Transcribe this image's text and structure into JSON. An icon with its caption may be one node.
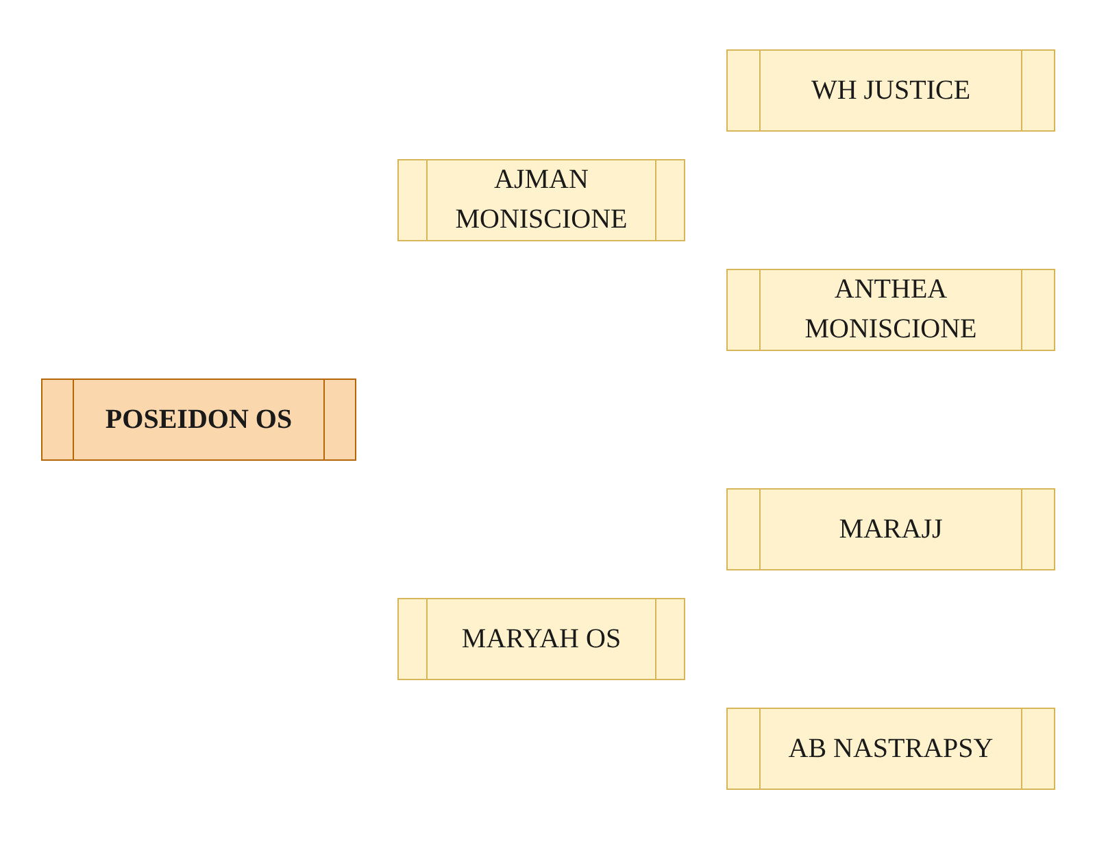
{
  "diagram": {
    "nodes": [
      {
        "text": [
          "WH JUSTICE"
        ]
      },
      {
        "text": [
          "AJMAN MONISCIONE"
        ]
      },
      {
        "text": [
          "ANTHEA MONISCIONE"
        ]
      },
      {
        "text": [
          "POSEIDON OS"
        ]
      },
      {
        "text": [
          "MARAJJ"
        ]
      },
      {
        "text": [
          "MARYAH OS"
        ]
      },
      {
        "text": [
          "AB NASTRAPSY"
        ]
      }
    ]
  }
}
